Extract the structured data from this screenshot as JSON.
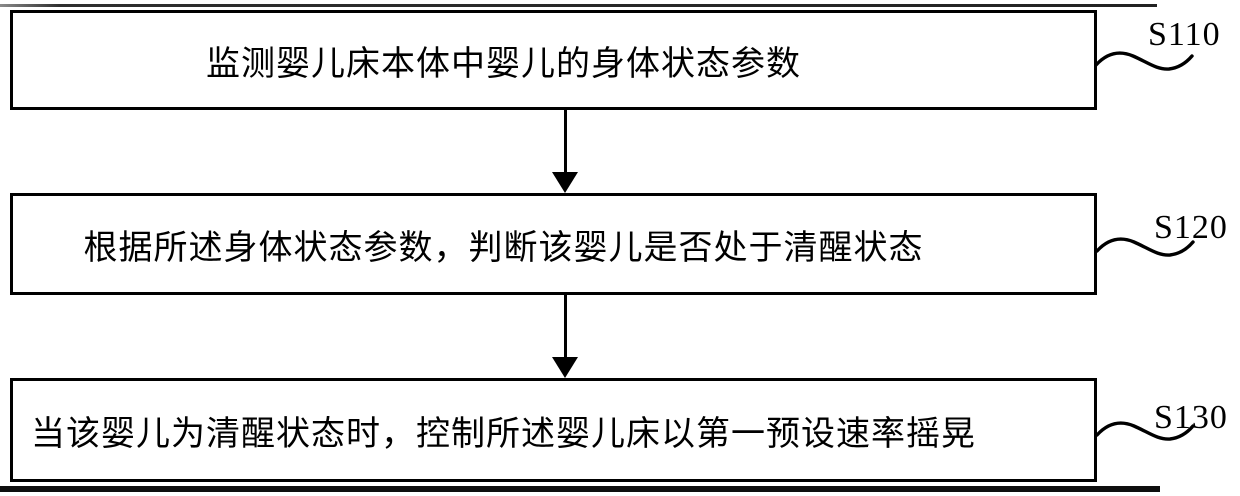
{
  "figure": {
    "type": "flowchart",
    "background_color": "#ffffff",
    "line_color": "#000000",
    "steps": [
      {
        "id": "S110",
        "text": "监测婴儿床本体中婴儿的身体状态参数"
      },
      {
        "id": "S120",
        "text": "根据所述身体状态参数，判断该婴儿是否处于清醒状态"
      },
      {
        "id": "S130",
        "text": "当该婴儿为清醒状态时，控制所述婴儿床以第一预设速率摇晃"
      }
    ]
  }
}
